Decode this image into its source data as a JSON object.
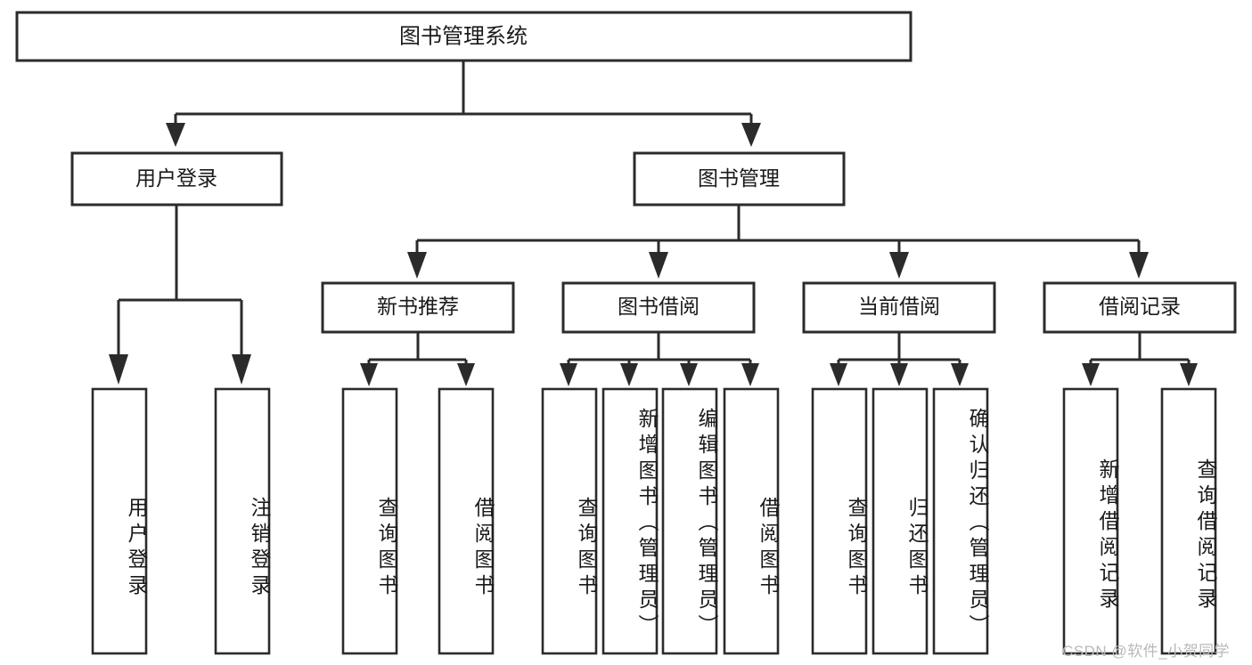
{
  "diagram": {
    "type": "tree",
    "title": "图书管理系统",
    "orientation": "top-down",
    "colors": {
      "box_stroke": "#2b2b2b",
      "box_fill": "#ffffff",
      "text": "#1a1a1a",
      "watermark": "#b9b9b9",
      "background": "#ffffff"
    },
    "root": {
      "label": "图书管理系统"
    },
    "level2": [
      {
        "label": "用户登录"
      },
      {
        "label": "图书管理"
      }
    ],
    "level3": [
      {
        "label": "新书推荐"
      },
      {
        "label": "图书借阅"
      },
      {
        "label": "当前借阅"
      },
      {
        "label": "借阅记录"
      }
    ],
    "leaves": {
      "user_login": [
        {
          "label": "用户登录"
        },
        {
          "label": "注销登录"
        }
      ],
      "new_book_recommend": [
        {
          "label": "查询图书"
        },
        {
          "label": "借阅图书"
        }
      ],
      "book_borrow": [
        {
          "label": "查询图书"
        },
        {
          "label": "新增图书（管理员）"
        },
        {
          "label": "编辑图书（管理员）"
        },
        {
          "label": "借阅图书"
        }
      ],
      "current_borrow": [
        {
          "label": "查询图书"
        },
        {
          "label": "归还图书"
        },
        {
          "label": "确认归还（管理员）"
        }
      ],
      "borrow_record": [
        {
          "label": "新增借阅记录"
        },
        {
          "label": "查询借阅记录"
        }
      ]
    }
  },
  "watermark": {
    "text": "CSDN @软件_小贺同学"
  }
}
